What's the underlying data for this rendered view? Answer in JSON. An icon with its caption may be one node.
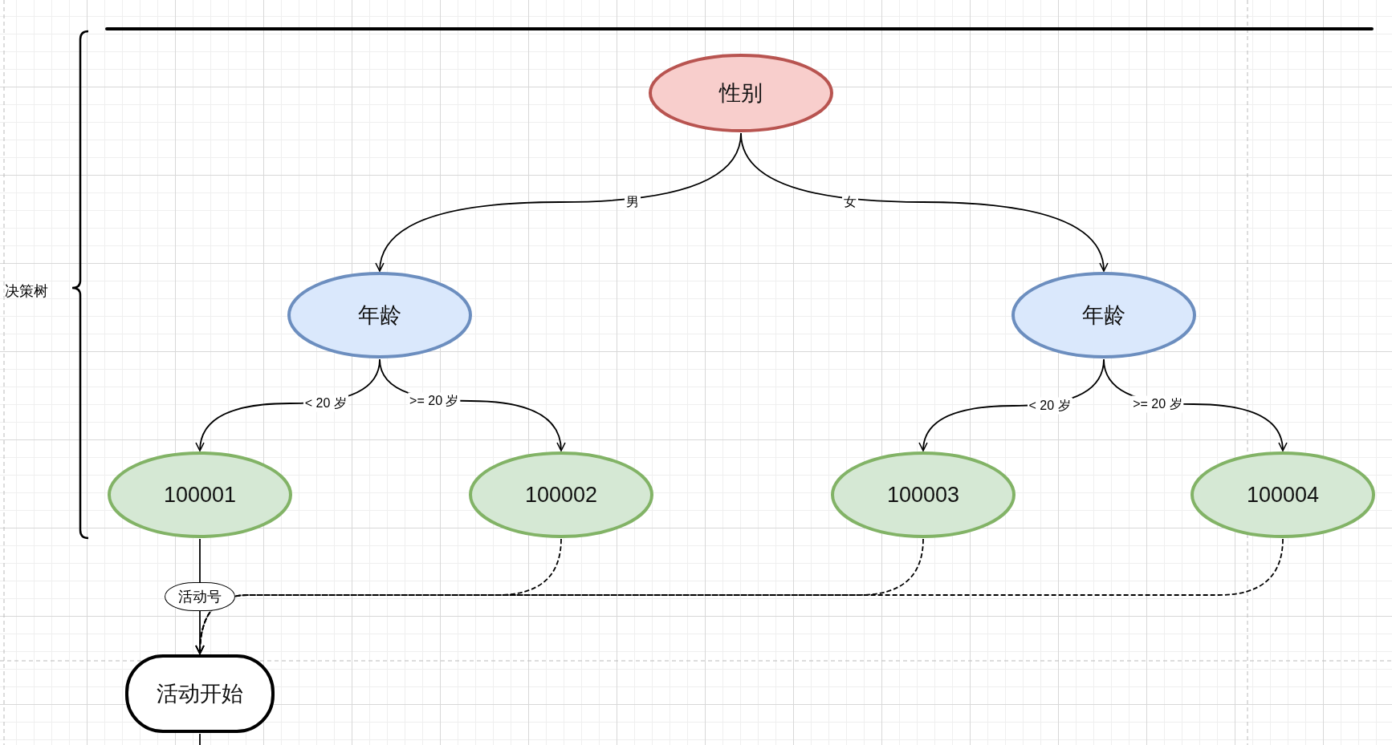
{
  "diagram": {
    "nodes": [
      {
        "text": [
          "性别"
        ]
      },
      {
        "text": [
          "年龄"
        ]
      },
      {
        "text": [
          "年龄"
        ]
      },
      {
        "text": [
          "100001"
        ]
      },
      {
        "text": [
          "100002"
        ]
      },
      {
        "text": [
          "100003"
        ]
      },
      {
        "text": [
          "100004"
        ]
      },
      {
        "text": [
          "活动开始"
        ]
      }
    ],
    "edges": [
      {
        "from": 0,
        "to": 1,
        "arrow": "to",
        "label": "男"
      },
      {
        "from": 0,
        "to": 2,
        "arrow": "to",
        "label": "女"
      },
      {
        "from": 1,
        "to": 3,
        "arrow": "to",
        "label": "< 20 岁"
      },
      {
        "from": 1,
        "to": 4,
        "arrow": "to",
        "label": ">= 20 岁"
      },
      {
        "from": 2,
        "to": 5,
        "arrow": "to",
        "label": "< 20 岁"
      },
      {
        "from": 2,
        "to": 6,
        "arrow": "to",
        "label": ">= 20 岁"
      },
      {
        "from": 3,
        "to": 7,
        "arrow": "to",
        "label": "活动号"
      },
      {
        "from": 4,
        "to": 7,
        "arrow": "to",
        "style": "dashed"
      },
      {
        "from": 5,
        "to": 7,
        "arrow": "to",
        "style": "dashed"
      },
      {
        "from": 6,
        "to": 7,
        "arrow": "to",
        "style": "dashed"
      },
      {
        "from": 7,
        "to": null,
        "arrow": "none"
      }
    ],
    "labels": [
      "决策树"
    ]
  }
}
